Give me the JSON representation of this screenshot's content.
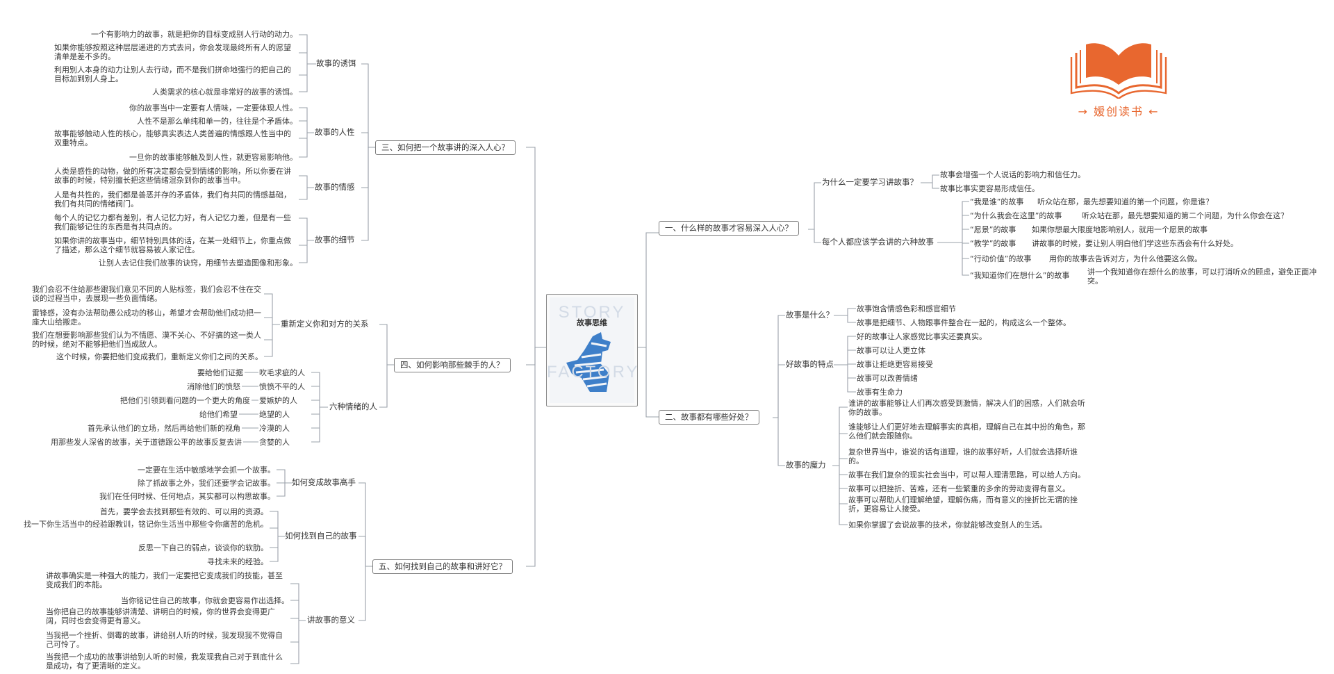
{
  "center": {
    "title": "故事思维"
  },
  "logo": {
    "brand": "→ 嫒创读书 ←",
    "accent": "#e8672f"
  },
  "line_color": "#9aa0aa",
  "branches": {
    "b1": {
      "label": "一、什么样的故事才容易深入人心？"
    },
    "b2": {
      "label": "二、故事都有哪些好处？"
    },
    "b3": {
      "label": "三、如何把一个故事讲的深入人心？"
    },
    "b4": {
      "label": "四、如何影响那些棘手的人？"
    },
    "b5": {
      "label": "五、如何找到自己的故事和讲好它？"
    }
  },
  "topics": {
    "t11": "为什么一定要学习讲故事？",
    "t12": "每个人都应该学会讲的六种故事",
    "t21": "故事是什么？",
    "t22": "好故事的特点",
    "t23": "故事的魔力",
    "t31": "故事的诱饵",
    "t32": "故事的人性",
    "t33": "故事的情感",
    "t34": "故事的细节",
    "t41": "重新定义你和对方的关系",
    "t42": "六种情绪的人",
    "t51": "如何变成故事高手",
    "t52": "如何找到自己的故事",
    "t53": "讲故事的意义"
  },
  "leaves": {
    "a1": "故事会增强一个人说话的影响力和信任力。",
    "a2": "故事比事实更容易形成信任。",
    "s1": "“我是谁”的故事",
    "s1d": "听众站在那，最先想要知道的第一个问题，你是谁？",
    "s2": "“为什么我会在这里”的故事",
    "s2d": "听众站在那，最先想要知道的第二个问题，为什么你会在这？",
    "s3": "“愿景”的故事",
    "s3d": "如果你想最大限度地影响别人，就用一个愿景的故事",
    "s4": "“教学”的故事",
    "s4d": "讲故事的时候，要让别人明白他们学这些东西会有什么好处。",
    "s5": "“行动价值”的故事",
    "s5d": "用你的故事去告诉对方，为什么他要这么做。",
    "s6": "“我知道你们在想什么”的故事",
    "s6d": "讲一个我知道你在想什么的故事，可以打消听众的顾虑，避免正面冲突。",
    "w1": "故事饱含情感色彩和感官细节",
    "w2": "故事是把细节、人物跟事件整合在一起的，构成这么一个整体。",
    "g1": "好的故事让人家感觉比事实还要真实。",
    "g2": "故事可以让人更立体",
    "g3": "故事让拒绝更容易接受",
    "g4": "故事可以改善情绪",
    "g5": "故事有生命力",
    "m1": "谁讲的故事能够让人们再次感受到激情，解决人们的困惑，人们就会听你的故事。",
    "m2": "谁能够让人们更好地去理解事实的真相，理解自己在其中扮的角色，那么他们就会跟随你。",
    "m3": "复杂世界当中，谁说的话有道理，谁的故事好听，人们就会选择听谁的。",
    "m4": "故事在我们复杂的现实社会当中，可以帮人理清思路，可以给人方向。",
    "m5": "故事可以把挫折、苦难，还有一些繁重的多余的劳动变得有意义。",
    "m6": "故事可以帮助人们理解绝望，理解伤痛，而有意义的挫折比无谓的挫折，更容易让人接受。",
    "m7": "如果你掌握了会说故事的技术，你就能够改变别人的生活。",
    "y1": "一个有影响力的故事，就是把你的目标变成别人行动的动力。",
    "y2": "如果你能够按照这种层层递进的方式去问，你会发现最终所有人的愿望清单是差不多的。",
    "y3": "利用别人本身的动力让别人去行动，而不是我们拼命地强行的把自己的目标加到别人身上。",
    "y4": "人类需求的核心就是非常好的故事的诱饵。",
    "h1": "你的故事当中一定要有人情味，一定要体现人性。",
    "h2": "人性不是那么单纯和单一的，往往是个矛盾体。",
    "h3": "故事能够触动人性的核心，能够真实表达人类普遍的情感跟人性当中的双重特点。",
    "h4": "一旦你的故事能够触及到人性，就更容易影响他。",
    "e1": "人类是感性的动物，做的所有决定都会受到情绪的影响，所以你要在讲故事的时候，特别擅长把这些情绪混杂到你的故事当中。",
    "e2": "人是有共性的，我们都是善恶并存的矛盾体，我们有共同的情感基础，我们有共同的情绪阀门。",
    "d1": "每个人的记忆力都有差别，有人记忆力好，有人记忆力差，但是有一些我们能够记住的东西是有共同点的。",
    "d2": "如果你讲的故事当中，细节特别具体的话，在某一处细节上，你重点做了描述，那么这个细节就容易被人家记住。",
    "d3": "让别人去记住我们故事的诀窍，用细节去塑造图像和形象。",
    "r1": "我们会忍不住给那些跟我们意见不同的人贴标签，我们会忍不住在交谈的过程当中，去展现一些负面情绪。",
    "r2": "雷锋感，没有办法帮助愚公成功的移山，希望才会帮助他们成功把一座大山给搬走。",
    "r3": "我们在想要影响那些我们认为不情愿、漠不关心、不好搞的这一类人的时候，绝对不能够把他们当成敌人。",
    "r4": "这个时候，你要把他们变成我们，重新定义你们之间的关系。",
    "x1l": "要给他们证据",
    "x1r": "吹毛求疵的人",
    "x2l": "消除他们的愤怒",
    "x2r": "愤愤不平的人",
    "x3l": "把他们引领到看问题的一个更大的角度",
    "x3r": "爱嫉妒的人",
    "x4l": "给他们希望",
    "x4r": "绝望的人",
    "x5l": "首先承认他们的立场，然后再给他们新的视角",
    "x5r": "冷漠的人",
    "x6l": "用那些发人深省的故事，关于道德跟公平的故事反复去讲",
    "x6r": "贪婪的人",
    "p1": "一定要在生活中敏感地学会抓一个故事。",
    "p2": "除了抓故事之外，我们还要学会记故事。",
    "p3": "我们在任何时候、任何地点，其实都可以构思故事。",
    "f1": "首先，要学会去找到那些有效的、可以用的资源。",
    "f2": "找一下你生活当中的经验跟教训，铭记你生活当中那些令你痛苦的危机。",
    "f3": "反思一下自己的弱点，谈谈你的软肋。",
    "f4": "寻找未来的经验。",
    "k1": "讲故事确实是一种强大的能力，我们一定要把它变成我们的技能，甚至变成我们的本能。",
    "k2": "当你铭记住自己的故事，你就会更容易作出选择。",
    "k3": "当你把自己的故事能够讲清楚、讲明白的时候，你的世界会变得更广阔，同时也会变得更有意义。",
    "k4": "当我把一个挫折、倒霉的故事，讲给别人听的时候，我发现我不觉得自己可怜了。",
    "k5": "当我把一个成功的故事讲给别人听的时候，我发现我自己对于到底什么是成功，有了更清晰的定义。"
  }
}
